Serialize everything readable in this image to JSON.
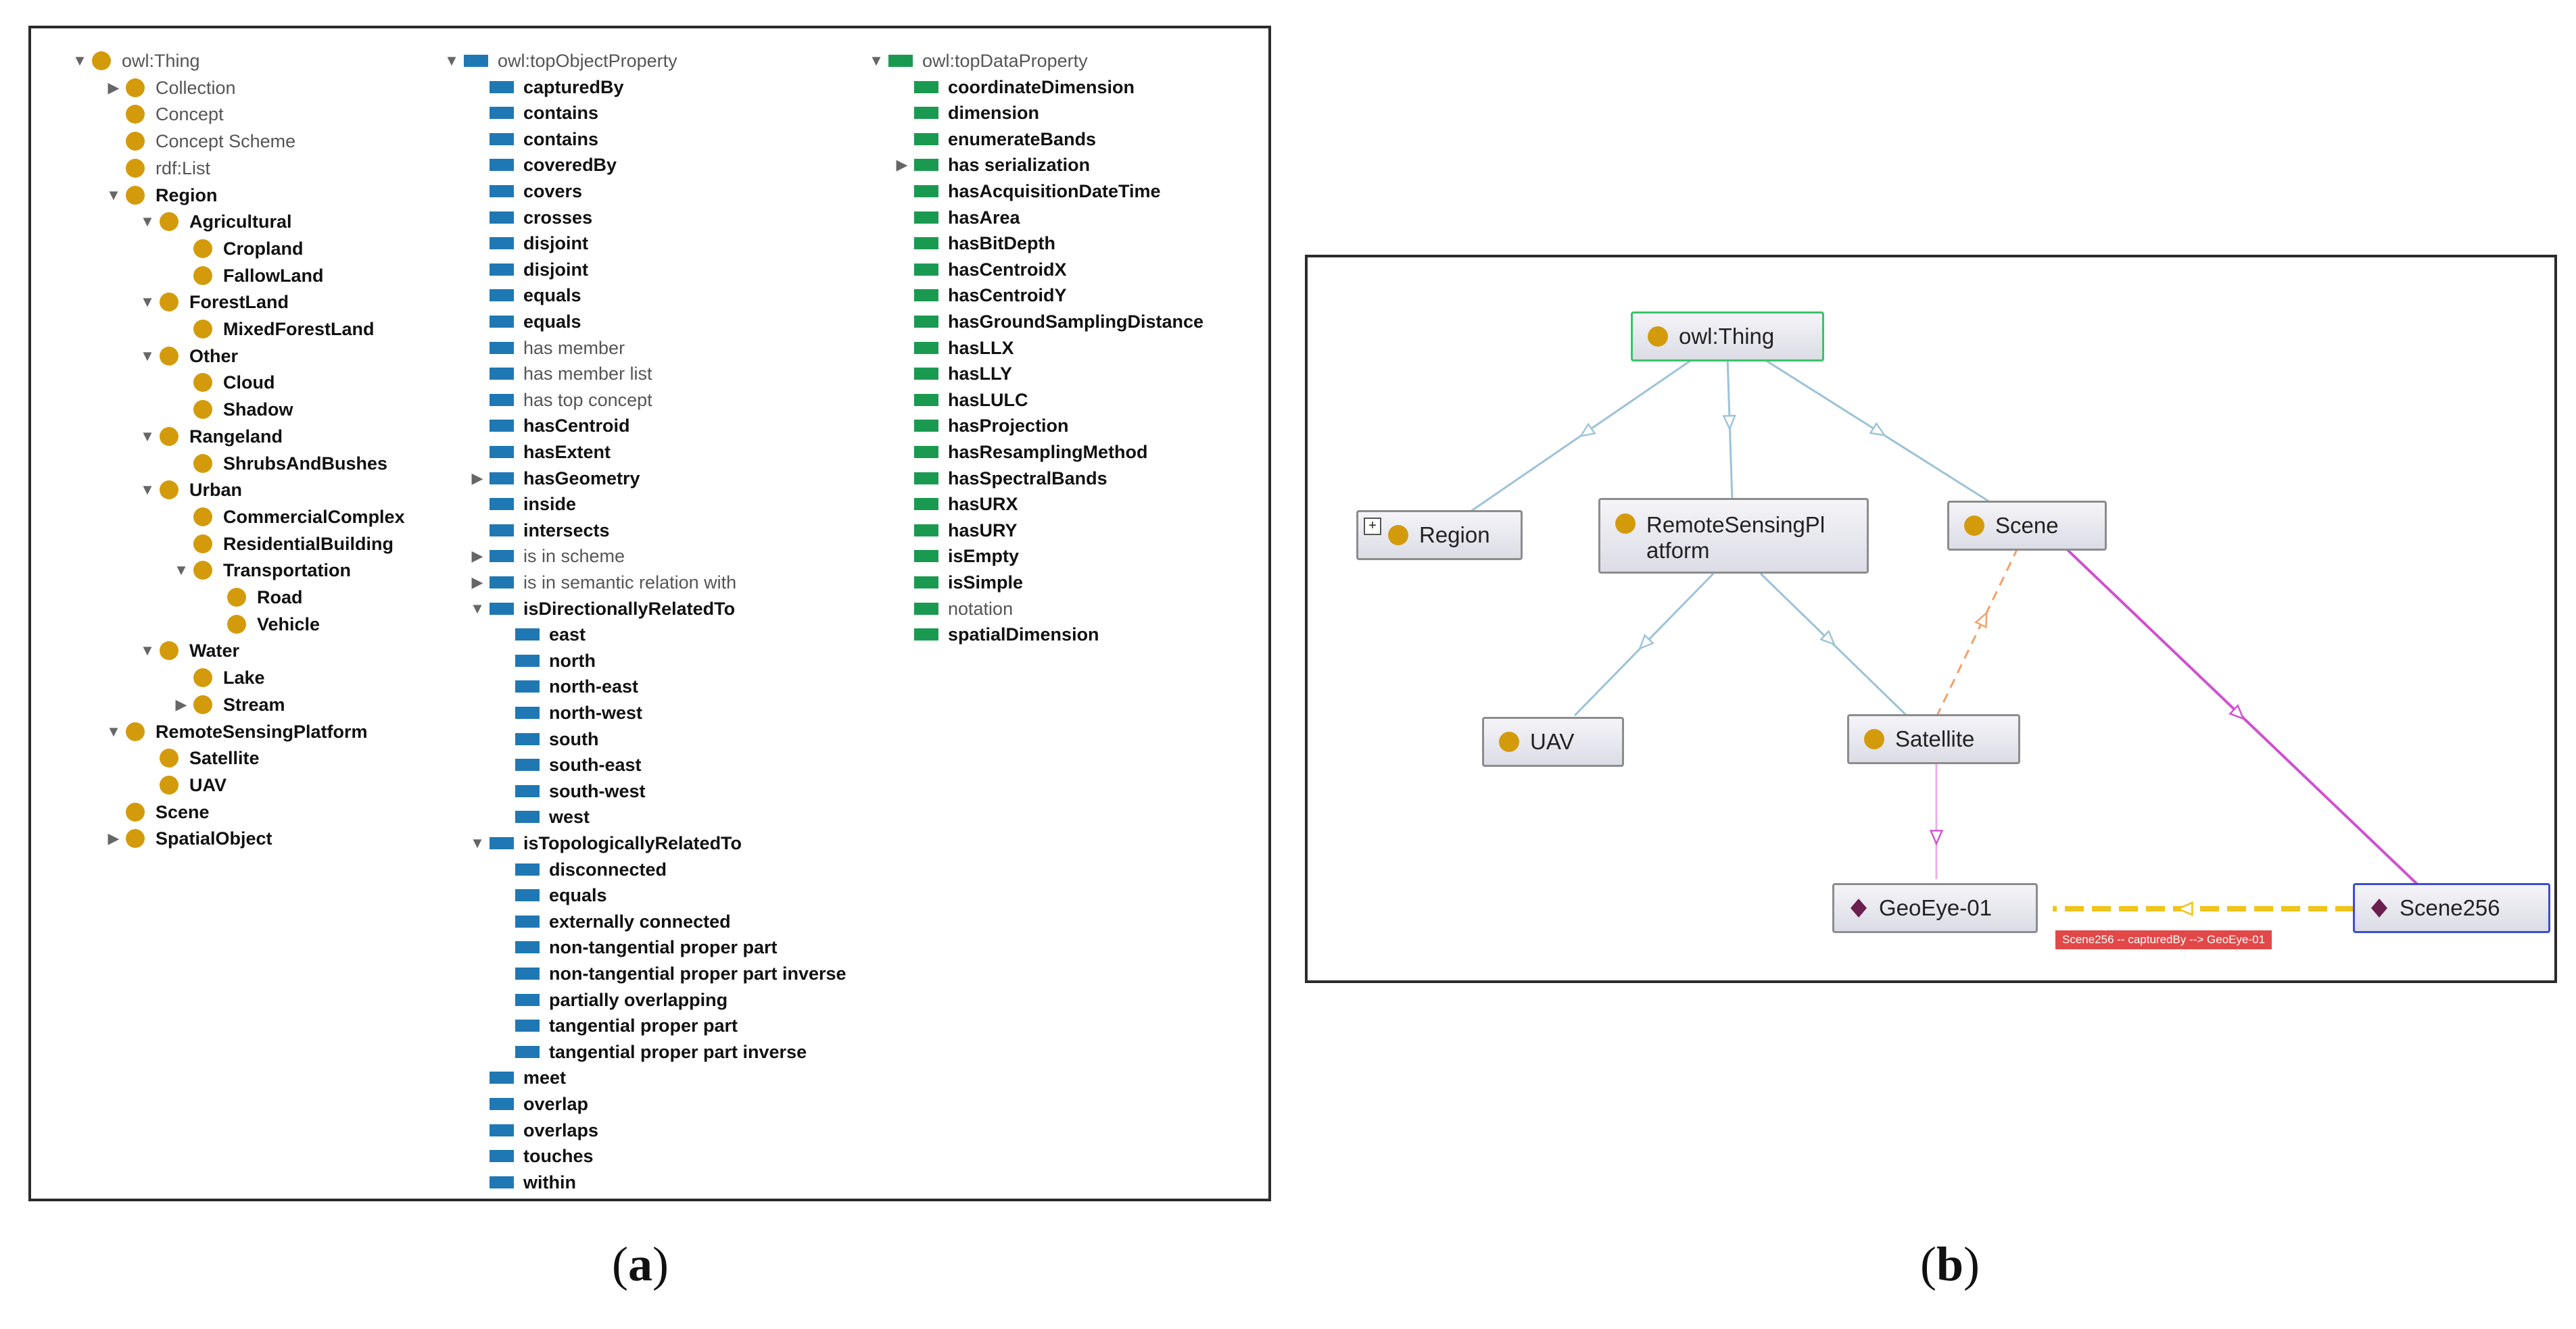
{
  "class_tree": [
    {
      "label": "owl:Thing",
      "depth": 0,
      "toggle": "expanded",
      "style": "light"
    },
    {
      "label": "Collection",
      "depth": 1,
      "toggle": "collapsed",
      "style": "light"
    },
    {
      "label": "Concept",
      "depth": 1,
      "toggle": "none",
      "style": "light"
    },
    {
      "label": "Concept Scheme",
      "depth": 1,
      "toggle": "none",
      "style": "light"
    },
    {
      "label": "rdf:List",
      "depth": 1,
      "toggle": "none",
      "style": "light"
    },
    {
      "label": "Region",
      "depth": 1,
      "toggle": "expanded",
      "style": "bold"
    },
    {
      "label": "Agricultural",
      "depth": 2,
      "toggle": "expanded",
      "style": "bold"
    },
    {
      "label": "Cropland",
      "depth": 3,
      "toggle": "none",
      "style": "bold"
    },
    {
      "label": "FallowLand",
      "depth": 3,
      "toggle": "none",
      "style": "bold"
    },
    {
      "label": "ForestLand",
      "depth": 2,
      "toggle": "expanded",
      "style": "bold"
    },
    {
      "label": "MixedForestLand",
      "depth": 3,
      "toggle": "none",
      "style": "bold"
    },
    {
      "label": "Other",
      "depth": 2,
      "toggle": "expanded",
      "style": "bold"
    },
    {
      "label": "Cloud",
      "depth": 3,
      "toggle": "none",
      "style": "bold"
    },
    {
      "label": "Shadow",
      "depth": 3,
      "toggle": "none",
      "style": "bold"
    },
    {
      "label": "Rangeland",
      "depth": 2,
      "toggle": "expanded",
      "style": "bold"
    },
    {
      "label": "ShrubsAndBushes",
      "depth": 3,
      "toggle": "none",
      "style": "bold"
    },
    {
      "label": "Urban",
      "depth": 2,
      "toggle": "expanded",
      "style": "bold"
    },
    {
      "label": "CommercialComplex",
      "depth": 3,
      "toggle": "none",
      "style": "bold"
    },
    {
      "label": "ResidentialBuilding",
      "depth": 3,
      "toggle": "none",
      "style": "bold"
    },
    {
      "label": "Transportation",
      "depth": 3,
      "toggle": "expanded",
      "style": "bold"
    },
    {
      "label": "Road",
      "depth": 4,
      "toggle": "none",
      "style": "bold"
    },
    {
      "label": "Vehicle",
      "depth": 4,
      "toggle": "none",
      "style": "bold"
    },
    {
      "label": "Water",
      "depth": 2,
      "toggle": "expanded",
      "style": "bold"
    },
    {
      "label": "Lake",
      "depth": 3,
      "toggle": "none",
      "style": "bold"
    },
    {
      "label": "Stream",
      "depth": 3,
      "toggle": "collapsed",
      "style": "bold"
    },
    {
      "label": "RemoteSensingPlatform",
      "depth": 1,
      "toggle": "expanded",
      "style": "bold"
    },
    {
      "label": "Satellite",
      "depth": 2,
      "toggle": "none",
      "style": "bold"
    },
    {
      "label": "UAV",
      "depth": 2,
      "toggle": "none",
      "style": "bold"
    },
    {
      "label": "Scene",
      "depth": 1,
      "toggle": "none",
      "style": "bold"
    },
    {
      "label": "SpatialObject",
      "depth": 1,
      "toggle": "collapsed",
      "style": "bold"
    }
  ],
  "object_property_tree": [
    {
      "label": "owl:topObjectProperty",
      "depth": 0,
      "toggle": "expanded",
      "style": "light"
    },
    {
      "label": "capturedBy",
      "depth": 1,
      "toggle": "none",
      "style": "bold"
    },
    {
      "label": "contains",
      "depth": 1,
      "toggle": "none",
      "style": "bold"
    },
    {
      "label": "contains",
      "depth": 1,
      "toggle": "none",
      "style": "bold"
    },
    {
      "label": "coveredBy",
      "depth": 1,
      "toggle": "none",
      "style": "bold"
    },
    {
      "label": "covers",
      "depth": 1,
      "toggle": "none",
      "style": "bold"
    },
    {
      "label": "crosses",
      "depth": 1,
      "toggle": "none",
      "style": "bold"
    },
    {
      "label": "disjoint",
      "depth": 1,
      "toggle": "none",
      "style": "bold"
    },
    {
      "label": "disjoint",
      "depth": 1,
      "toggle": "none",
      "style": "bold"
    },
    {
      "label": "equals",
      "depth": 1,
      "toggle": "none",
      "style": "bold"
    },
    {
      "label": "equals",
      "depth": 1,
      "toggle": "none",
      "style": "bold"
    },
    {
      "label": "has member",
      "depth": 1,
      "toggle": "none",
      "style": "light"
    },
    {
      "label": "has member list",
      "depth": 1,
      "toggle": "none",
      "style": "light"
    },
    {
      "label": "has top concept",
      "depth": 1,
      "toggle": "none",
      "style": "light"
    },
    {
      "label": "hasCentroid",
      "depth": 1,
      "toggle": "none",
      "style": "bold"
    },
    {
      "label": "hasExtent",
      "depth": 1,
      "toggle": "none",
      "style": "bold"
    },
    {
      "label": "hasGeometry",
      "depth": 1,
      "toggle": "collapsed",
      "style": "bold"
    },
    {
      "label": "inside",
      "depth": 1,
      "toggle": "none",
      "style": "bold"
    },
    {
      "label": "intersects",
      "depth": 1,
      "toggle": "none",
      "style": "bold"
    },
    {
      "label": "is in scheme",
      "depth": 1,
      "toggle": "collapsed",
      "style": "light"
    },
    {
      "label": "is in semantic relation with",
      "depth": 1,
      "toggle": "collapsed",
      "style": "light"
    },
    {
      "label": "isDirectionallyRelatedTo",
      "depth": 1,
      "toggle": "expanded",
      "style": "bold"
    },
    {
      "label": "east",
      "depth": 2,
      "toggle": "none",
      "style": "bold"
    },
    {
      "label": "north",
      "depth": 2,
      "toggle": "none",
      "style": "bold"
    },
    {
      "label": "north-east",
      "depth": 2,
      "toggle": "none",
      "style": "bold"
    },
    {
      "label": "north-west",
      "depth": 2,
      "toggle": "none",
      "style": "bold"
    },
    {
      "label": "south",
      "depth": 2,
      "toggle": "none",
      "style": "bold"
    },
    {
      "label": "south-east",
      "depth": 2,
      "toggle": "none",
      "style": "bold"
    },
    {
      "label": "south-west",
      "depth": 2,
      "toggle": "none",
      "style": "bold"
    },
    {
      "label": "west",
      "depth": 2,
      "toggle": "none",
      "style": "bold"
    },
    {
      "label": "isTopologicallyRelatedTo",
      "depth": 1,
      "toggle": "expanded",
      "style": "bold"
    },
    {
      "label": "disconnected",
      "depth": 2,
      "toggle": "none",
      "style": "bold"
    },
    {
      "label": "equals",
      "depth": 2,
      "toggle": "none",
      "style": "bold"
    },
    {
      "label": "externally connected",
      "depth": 2,
      "toggle": "none",
      "style": "bold"
    },
    {
      "label": "non-tangential proper part",
      "depth": 2,
      "toggle": "none",
      "style": "bold"
    },
    {
      "label": "non-tangential proper part inverse",
      "depth": 2,
      "toggle": "none",
      "style": "bold"
    },
    {
      "label": "partially overlapping",
      "depth": 2,
      "toggle": "none",
      "style": "bold"
    },
    {
      "label": "tangential proper part",
      "depth": 2,
      "toggle": "none",
      "style": "bold"
    },
    {
      "label": "tangential proper part inverse",
      "depth": 2,
      "toggle": "none",
      "style": "bold"
    },
    {
      "label": "meet",
      "depth": 1,
      "toggle": "none",
      "style": "bold"
    },
    {
      "label": "overlap",
      "depth": 1,
      "toggle": "none",
      "style": "bold"
    },
    {
      "label": "overlaps",
      "depth": 1,
      "toggle": "none",
      "style": "bold"
    },
    {
      "label": "touches",
      "depth": 1,
      "toggle": "none",
      "style": "bold"
    },
    {
      "label": "within",
      "depth": 1,
      "toggle": "none",
      "style": "bold"
    }
  ],
  "data_property_tree": [
    {
      "label": "owl:topDataProperty",
      "depth": 0,
      "toggle": "expanded",
      "style": "light"
    },
    {
      "label": "coordinateDimension",
      "depth": 1,
      "toggle": "none",
      "style": "bold"
    },
    {
      "label": "dimension",
      "depth": 1,
      "toggle": "none",
      "style": "bold"
    },
    {
      "label": "enumerateBands",
      "depth": 1,
      "toggle": "none",
      "style": "bold"
    },
    {
      "label": "has serialization",
      "depth": 1,
      "toggle": "collapsed",
      "style": "bold"
    },
    {
      "label": "hasAcquisitionDateTime",
      "depth": 1,
      "toggle": "none",
      "style": "bold"
    },
    {
      "label": "hasArea",
      "depth": 1,
      "toggle": "none",
      "style": "bold"
    },
    {
      "label": "hasBitDepth",
      "depth": 1,
      "toggle": "none",
      "style": "bold"
    },
    {
      "label": "hasCentroidX",
      "depth": 1,
      "toggle": "none",
      "style": "bold"
    },
    {
      "label": "hasCentroidY",
      "depth": 1,
      "toggle": "none",
      "style": "bold"
    },
    {
      "label": "hasGroundSamplingDistance",
      "depth": 1,
      "toggle": "none",
      "style": "bold"
    },
    {
      "label": "hasLLX",
      "depth": 1,
      "toggle": "none",
      "style": "bold"
    },
    {
      "label": "hasLLY",
      "depth": 1,
      "toggle": "none",
      "style": "bold"
    },
    {
      "label": "hasLULC",
      "depth": 1,
      "toggle": "none",
      "style": "bold"
    },
    {
      "label": "hasProjection",
      "depth": 1,
      "toggle": "none",
      "style": "bold"
    },
    {
      "label": "hasResamplingMethod",
      "depth": 1,
      "toggle": "none",
      "style": "bold"
    },
    {
      "label": "hasSpectralBands",
      "depth": 1,
      "toggle": "none",
      "style": "bold"
    },
    {
      "label": "hasURX",
      "depth": 1,
      "toggle": "none",
      "style": "bold"
    },
    {
      "label": "hasURY",
      "depth": 1,
      "toggle": "none",
      "style": "bold"
    },
    {
      "label": "isEmpty",
      "depth": 1,
      "toggle": "none",
      "style": "bold"
    },
    {
      "label": "isSimple",
      "depth": 1,
      "toggle": "none",
      "style": "bold"
    },
    {
      "label": "notation",
      "depth": 1,
      "toggle": "none",
      "style": "light"
    },
    {
      "label": "spatialDimension",
      "depth": 1,
      "toggle": "none",
      "style": "bold"
    }
  ],
  "graph": {
    "nodes": {
      "owl_thing": {
        "label": "owl:Thing",
        "kind": "class"
      },
      "region": {
        "label": "Region",
        "kind": "class",
        "expandable": "+"
      },
      "rsp": {
        "label": "RemoteSensingPl atform",
        "kind": "class"
      },
      "scene": {
        "label": "Scene",
        "kind": "class"
      },
      "uav": {
        "label": "UAV",
        "kind": "class"
      },
      "satellite": {
        "label": "Satellite",
        "kind": "class"
      },
      "geoeye": {
        "label": "GeoEye-01",
        "kind": "individual"
      },
      "scene256": {
        "label": "Scene256",
        "kind": "individual"
      }
    },
    "edge_label": "Scene256 -- capturedBy --> GeoEye-01"
  },
  "captions": {
    "a": "a",
    "b": "b"
  },
  "colors": {
    "class_dot": "#d39b0c",
    "object_property": "#1f78b4",
    "data_property": "#1a9a50",
    "individual": "#6b1f4e",
    "subclass_edge": "#9cc3d8",
    "instance_edge": "#d050d0",
    "property_edge": "#f0c41a",
    "dashed_edge": "#f3a06a",
    "edge_label_bg": "#e24848"
  }
}
